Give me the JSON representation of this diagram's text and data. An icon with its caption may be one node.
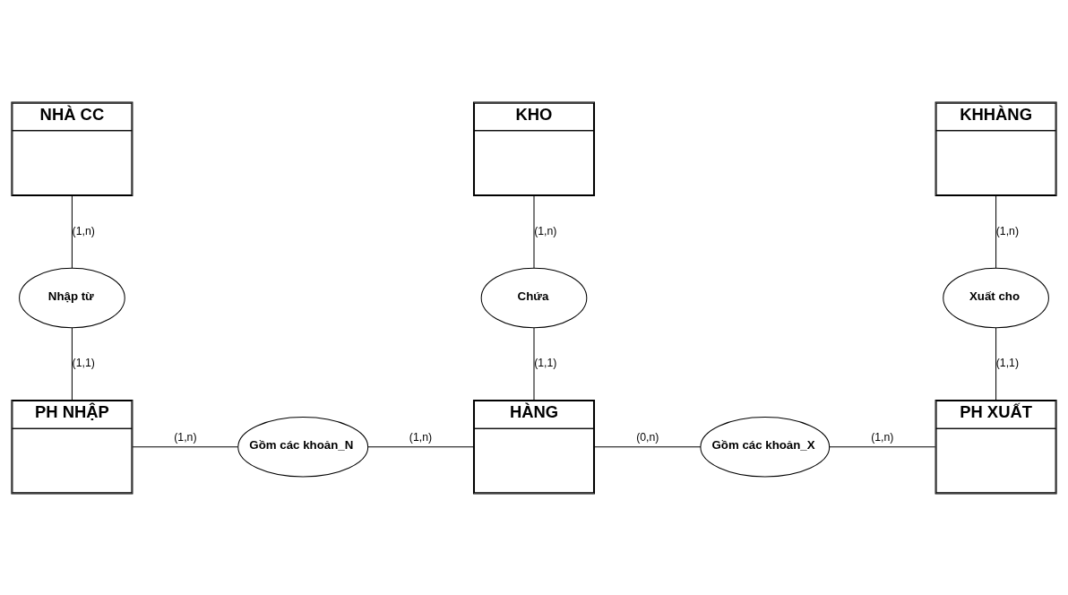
{
  "diagram": {
    "nodes": [
      {
        "text": [
          "NHÀ CC"
        ]
      },
      {
        "text": [
          "KHO"
        ]
      },
      {
        "text": [
          "KHHÀNG"
        ]
      },
      {
        "text": [
          "Nhập từ"
        ]
      },
      {
        "text": [
          "Chứa"
        ]
      },
      {
        "text": [
          "Xuất cho"
        ]
      },
      {
        "text": [
          "PH NHẬP"
        ]
      },
      {
        "text": [
          "Gồm các khoản_N"
        ]
      },
      {
        "text": [
          "HÀNG"
        ]
      },
      {
        "text": [
          "Gồm các khoản_X"
        ]
      },
      {
        "text": [
          "PH XUẤT"
        ]
      }
    ],
    "edges": [
      {
        "from": 0,
        "to": 3,
        "arrow": "none",
        "label": "(1,n)"
      },
      {
        "from": 3,
        "to": 6,
        "arrow": "none",
        "label": "(1,1)"
      },
      {
        "from": 1,
        "to": 4,
        "arrow": "none",
        "label": "(1,n)"
      },
      {
        "from": 4,
        "to": 8,
        "arrow": "none",
        "label": "(1,1)"
      },
      {
        "from": 2,
        "to": 5,
        "arrow": "none",
        "label": "(1,n)"
      },
      {
        "from": 5,
        "to": 10,
        "arrow": "none",
        "label": "(1,1)"
      },
      {
        "from": 6,
        "to": 7,
        "arrow": "none",
        "label": "(1,n)"
      },
      {
        "from": 7,
        "to": 8,
        "arrow": "none",
        "label": "(1,n)"
      },
      {
        "from": 8,
        "to": 9,
        "arrow": "none",
        "label": "(0,n)"
      },
      {
        "from": 9,
        "to": 10,
        "arrow": "none",
        "label": "(1,n)"
      }
    ]
  }
}
